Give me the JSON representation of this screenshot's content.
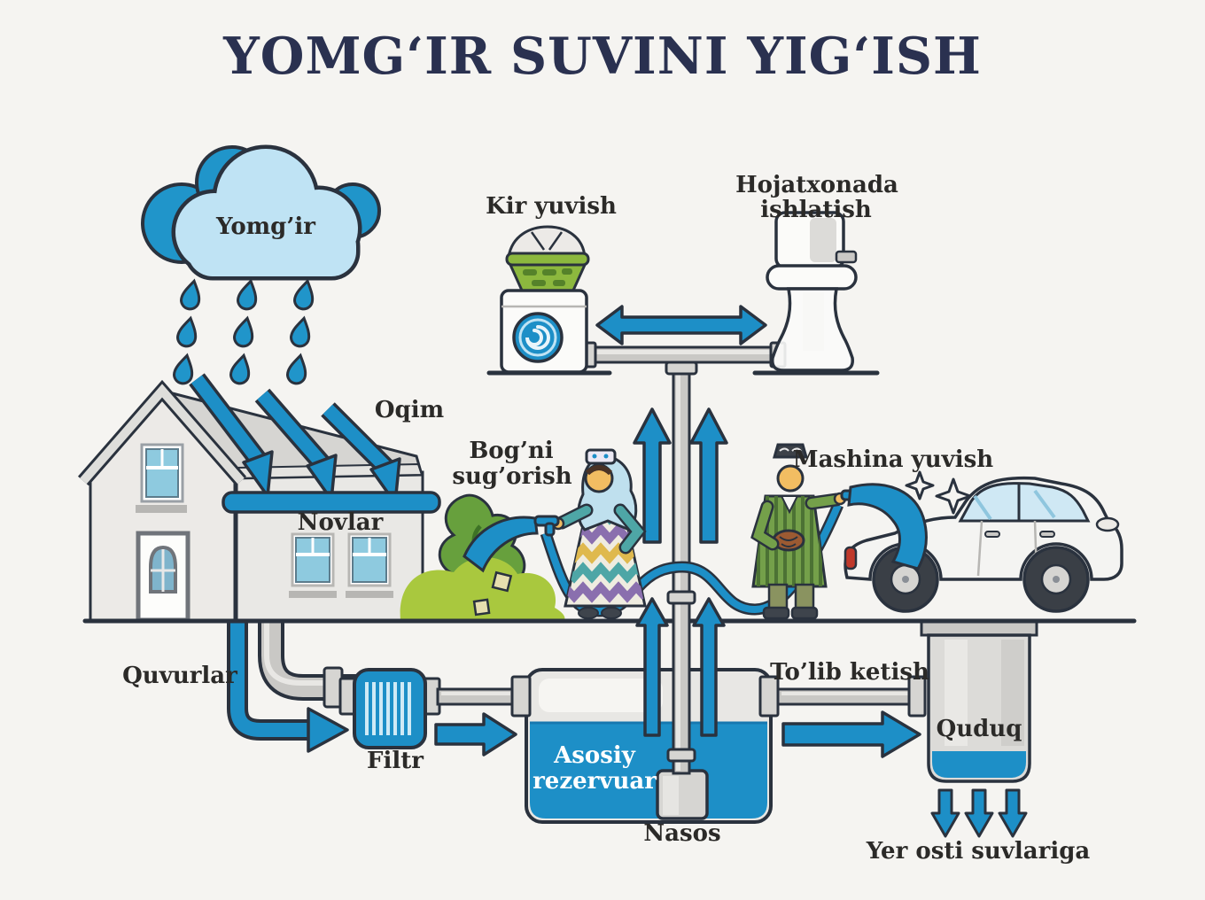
{
  "title": "YOMG‘IR SUVINI YIG‘ISH",
  "labels": {
    "cloud": "Yomg’ir",
    "runoff": "Oqim",
    "gutters": "Novlar",
    "laundry": "Kir yuvish",
    "toilet_line1": "Hojatxonada",
    "toilet_line2": "ishlatish",
    "garden_line1": "Bog’ni",
    "garden_line2": "sug’orish",
    "car_wash": "Mashina yuvish",
    "pipes": "Quvurlar",
    "filter": "Filtr",
    "reservoir_line1": "Asosiy",
    "reservoir_line2": "rezervuar",
    "pump": "Nasos",
    "overflow": "To’lib ketish",
    "well": "Quduq",
    "groundwater": "Yer osti suvlariga"
  },
  "colors": {
    "background": "#f5f4f1",
    "outline": "#2a323e",
    "primary_blue": "#1d8fc7",
    "cloud_light_blue": "#bfe3f4",
    "cloud_dark_blue": "#2095ca",
    "title_navy": "#2a3150",
    "label_text": "#2b2a28",
    "reservoir_text": "#ffffff",
    "bush_light_green": "#a9c83e",
    "bush_dark_green": "#67a03d",
    "basket_green": "#8cb83e",
    "wall_gray": "#e9e8e5",
    "pipe_gray": "#c9c8c5"
  }
}
